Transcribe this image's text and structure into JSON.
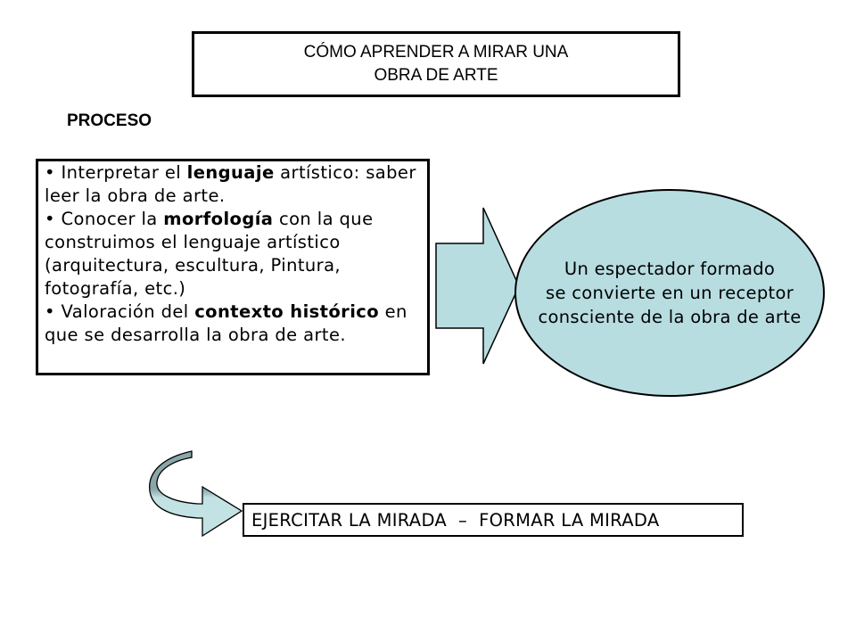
{
  "title": {
    "line1": "CÓMO APRENDER A MIRAR UNA",
    "line2": "OBRA DE ARTE"
  },
  "section_label": "PROCESO",
  "process": {
    "items": [
      {
        "bullet": "•",
        "before": " Interpretar el ",
        "bold": "lenguaje",
        "after": " artístico: saber leer la obra de arte."
      },
      {
        "bullet": "•",
        "before": " Conocer la ",
        "bold": "morfología",
        "after": " con la que construimos el lenguaje artístico (arquitectura, escultura, Pintura, fotografía, etc.)"
      },
      {
        "bullet": "•",
        "before": " Valoración del ",
        "bold": "contexto histórico",
        "after": " en que se desarrolla la obra de arte."
      }
    ]
  },
  "result": {
    "line1": "Un espectador formado",
    "line2": "se convierte en un receptor",
    "line3": "consciente de la obra de arte"
  },
  "action": {
    "text": "EJERCITAR LA MIRADA  –  FORMAR LA MIRADA"
  },
  "colors": {
    "arrow_fill": "#b7dde1",
    "ellipse_fill": "#b7dde1",
    "curved_arrow_top": "#8aa6a8",
    "curved_arrow_bottom": "#c2e2e4"
  },
  "icons": {
    "block_arrow": "right-block-arrow",
    "curved_arrow": "curved-right-arrow"
  }
}
